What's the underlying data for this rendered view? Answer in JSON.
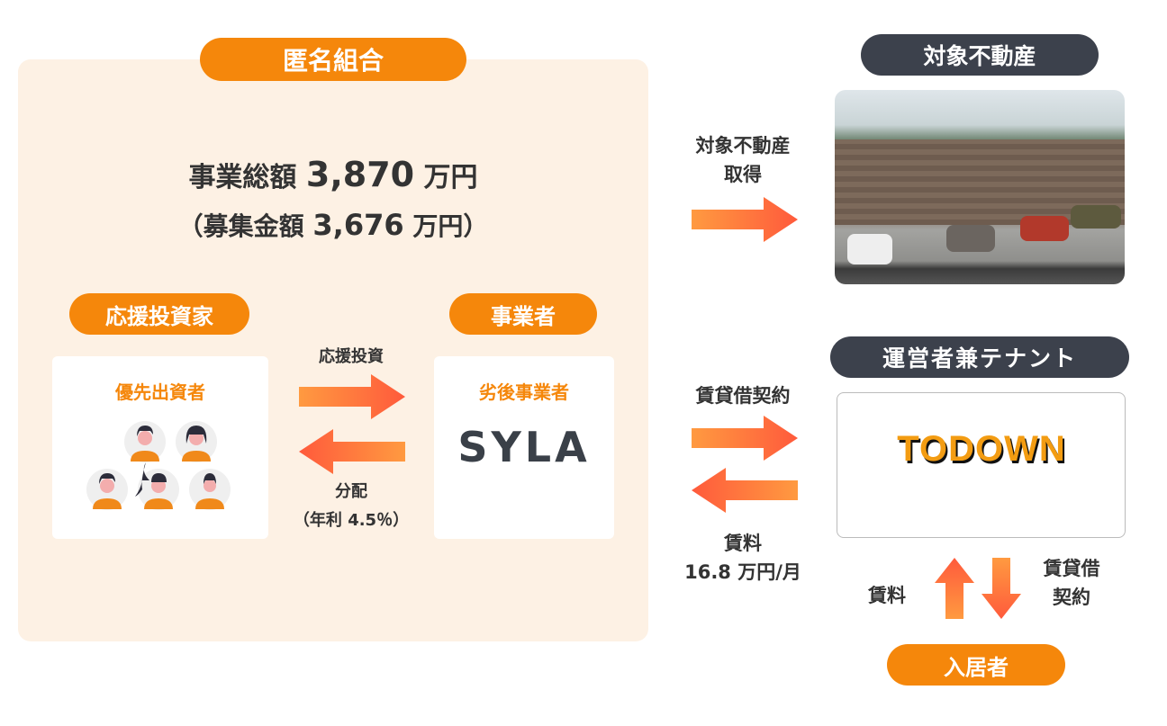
{
  "fund": {
    "title": "匿名組合",
    "total_label": "事業総額",
    "total_value": "3,870",
    "total_unit": "万円",
    "raise_label": "（募集金額",
    "raise_value": "3,676",
    "raise_unit": "万円）"
  },
  "investor": {
    "title": "応援投資家",
    "card_title": "優先出資者"
  },
  "operator": {
    "title": "事業者",
    "card_title": "劣後事業者",
    "logo": "SYLA"
  },
  "flows": {
    "invest": "応援投資",
    "distribution": "分配",
    "rate": "（年利 4.5％）",
    "acquire_line1": "対象不動産",
    "acquire_line2": "取得",
    "lease": "賃貸借契約",
    "rent": "賃料",
    "rent_amount": "16.8 万円/月",
    "tenant_rent": "賃料",
    "tenant_lease_line1": "賃貸借",
    "tenant_lease_line2": "契約"
  },
  "property": {
    "title": "対象不動産"
  },
  "tenant": {
    "title": "運営者兼テナント",
    "logo": "TODOWN"
  },
  "resident": {
    "title": "入居者"
  },
  "colors": {
    "orange": "#f5870b",
    "dark": "#3c414c",
    "panel": "#fdf1e4",
    "arrow_start": "#ff9a40",
    "arrow_end": "#ff5a3c"
  }
}
